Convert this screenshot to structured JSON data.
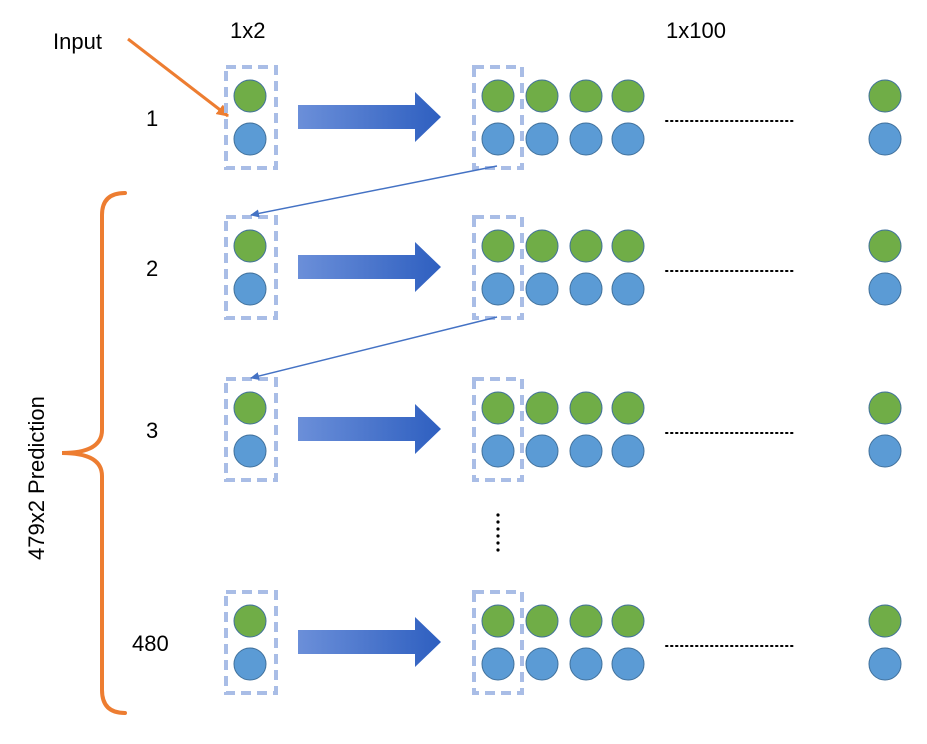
{
  "labels": {
    "input": "Input",
    "input_dim": "1x2",
    "output_dim": "1x100",
    "brace_label": "479x2 Prediction"
  },
  "rows": [
    {
      "step": "1"
    },
    {
      "step": "2"
    },
    {
      "step": "3"
    },
    {
      "step": "480"
    }
  ],
  "ellipsis": {
    "horizontal": "……………………",
    "vertical": "⋮"
  },
  "colors": {
    "green_node": "#70ad47",
    "blue_node": "#5b9bd5",
    "node_outline": "#41719c",
    "dashed_box": "#a9bde6",
    "arrow_light": "#5a86d4",
    "arrow_dark": "#2e5fc0",
    "input_arrow": "#ed7d31",
    "brace": "#ed7d31",
    "feedback_line": "#4472c4"
  }
}
